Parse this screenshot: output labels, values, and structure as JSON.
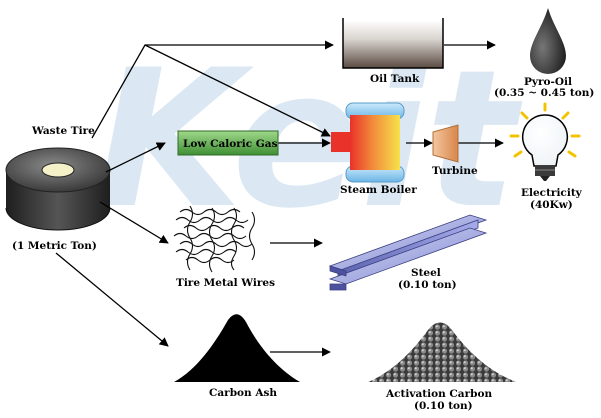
{
  "watermark": "Keit",
  "input": {
    "name": "Waste Tire",
    "quantity": "(1 Metric Ton)"
  },
  "nodes": {
    "oil_tank": "Oil Tank",
    "pyro_oil": {
      "name": "Pyro-Oil",
      "quantity": "(0.35 ~ 0.45 ton)"
    },
    "low_caloric_gas": "Low Caloric Gas",
    "steam_boiler": "Steam Boiler",
    "turbine": "Turbine",
    "electricity": {
      "name": "Electricity",
      "quantity": "(40Kw)"
    },
    "tire_metal_wires": "Tire Metal Wires",
    "steel": {
      "name": "Steel",
      "quantity": "(0.10 ton)"
    },
    "carbon_ash": "Carbon Ash",
    "activation_carbon": {
      "name": "Activation Carbon",
      "quantity": "(0.10 ton)"
    }
  },
  "colors": {
    "gas_box_fill": "#5fae4a",
    "boiler_outer": "#9ad2f0",
    "boiler_hot": "#e8322a",
    "boiler_warm": "#f7d23e",
    "turbine_fill": "#e9a46d",
    "steel_fill": "#8f95d8",
    "oil_drop": "#2a2a2a",
    "bulb_glow": "#f2c400"
  }
}
